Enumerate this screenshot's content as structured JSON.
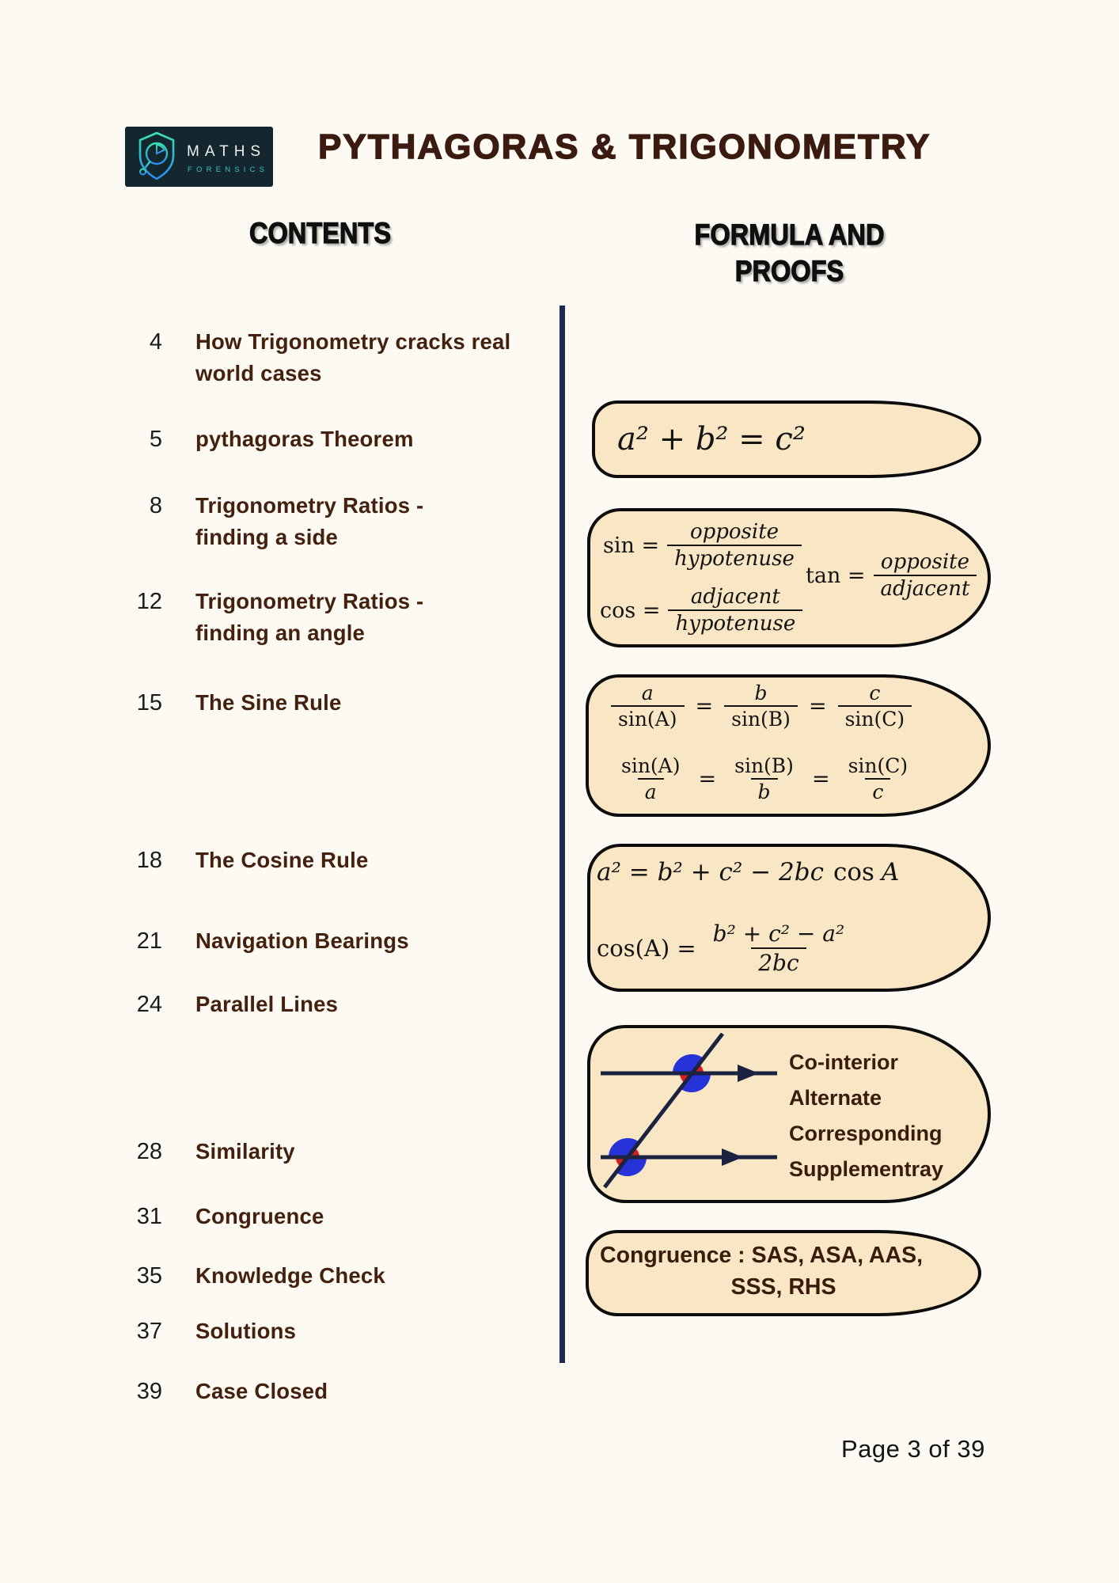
{
  "document": {
    "title": "PYTHAGORAS & TRIGONOMETRY",
    "footer": "Page 3 of 39"
  },
  "logo": {
    "name": "MATHS",
    "sub": "FORENSICS"
  },
  "headings": {
    "contents": "CONTENTS",
    "formulas_line1": "FORMULA AND",
    "formulas_line2": "PROOFS"
  },
  "contents": [
    {
      "page": "4",
      "line1": "How Trigonometry cracks real",
      "line2": "world cases"
    },
    {
      "page": "5",
      "line1": "pythagoras Theorem",
      "line2": ""
    },
    {
      "page": "8",
      "line1": "Trigonometry Ratios -",
      "line2": "finding a side"
    },
    {
      "page": "12",
      "line1": "Trigonometry Ratios -",
      "line2": "finding an angle"
    },
    {
      "page": "15",
      "line1": "The Sine Rule",
      "line2": ""
    },
    {
      "page": "18",
      "line1": "The Cosine Rule",
      "line2": ""
    },
    {
      "page": "21",
      "line1": "Navigation Bearings",
      "line2": ""
    },
    {
      "page": "24",
      "line1": "Parallel Lines",
      "line2": ""
    },
    {
      "page": "28",
      "line1": "Similarity",
      "line2": ""
    },
    {
      "page": "31",
      "line1": "Congruence",
      "line2": ""
    },
    {
      "page": "35",
      "line1": "Knowledge Check",
      "line2": ""
    },
    {
      "page": "37",
      "line1": "Solutions",
      "line2": ""
    },
    {
      "page": "39",
      "line1": "Case Closed",
      "line2": ""
    }
  ],
  "formulas": {
    "pythagoras": "a² + b² = c²",
    "trig": {
      "sin_label": "sin =",
      "sin_num": "opposite",
      "sin_den": "hypotenuse",
      "cos_label": "cos =",
      "cos_num": "adjacent",
      "cos_den": "hypotenuse",
      "tan_label": "tan =",
      "tan_num": "opposite",
      "tan_den": "adjacent"
    },
    "sine_rule": {
      "eq": "=",
      "row1": [
        {
          "num": "a",
          "den": "sin(A)"
        },
        {
          "num": "b",
          "den": "sin(B)"
        },
        {
          "num": "c",
          "den": "sin(C)"
        }
      ],
      "row2": [
        {
          "num": "sin(A)",
          "den": "a"
        },
        {
          "num": "sin(B)",
          "den": "b"
        },
        {
          "num": "sin(C)",
          "den": "c"
        }
      ]
    },
    "cosine_rule": {
      "line1_a": "a² = b² + c² − 2bc",
      "line1_fn": "cos",
      "line1_b": "A",
      "line2_label": "cos(A) =",
      "line2_num": "b² + c² − a²",
      "line2_den": "2bc"
    }
  },
  "parallel_lines": {
    "labels": [
      "Co-interior",
      "Alternate",
      "Corresponding",
      "Supplementray"
    ]
  },
  "congruence": {
    "line1": "Congruence : SAS, ASA, AAS,",
    "line2": "SSS, RHS"
  },
  "colors": {
    "box_fill": "#f8e6c4",
    "divider": "#1e2a4e",
    "brown_text": "#44210e",
    "blue_angle": "#2633d8",
    "red_angle": "#d61f1f"
  }
}
